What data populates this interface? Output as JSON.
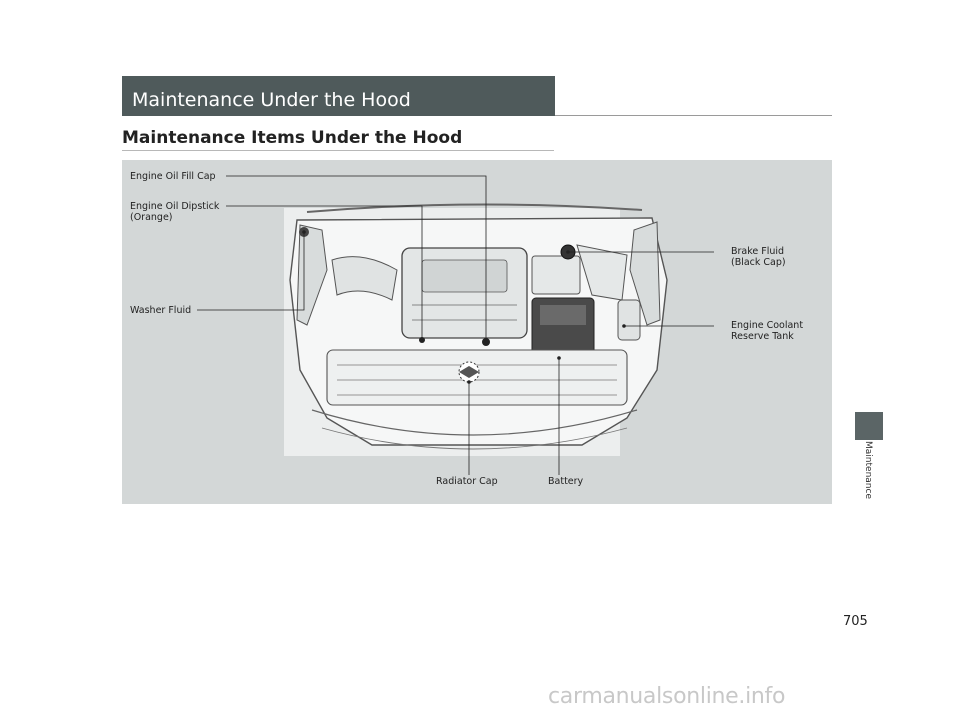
{
  "section_title": "Maintenance Under the Hood",
  "subsection_title": "Maintenance Items Under the Hood",
  "callouts": {
    "engine_oil_fill_cap": "Engine Oil Fill Cap",
    "engine_oil_dipstick": "Engine Oil Dipstick\n(Orange)",
    "washer_fluid": "Washer Fluid",
    "brake_fluid": "Brake Fluid\n(Black Cap)",
    "engine_coolant": "Engine Coolant\nReserve Tank",
    "radiator_cap": "Radiator Cap",
    "battery": "Battery"
  },
  "side_tab_label": "Maintenance",
  "page_number": "705",
  "watermark": "carmanualsonline.info",
  "colors": {
    "banner": "#4f5a5b",
    "figure_background": "#d3d7d7",
    "side_tab": "#5b6566"
  }
}
